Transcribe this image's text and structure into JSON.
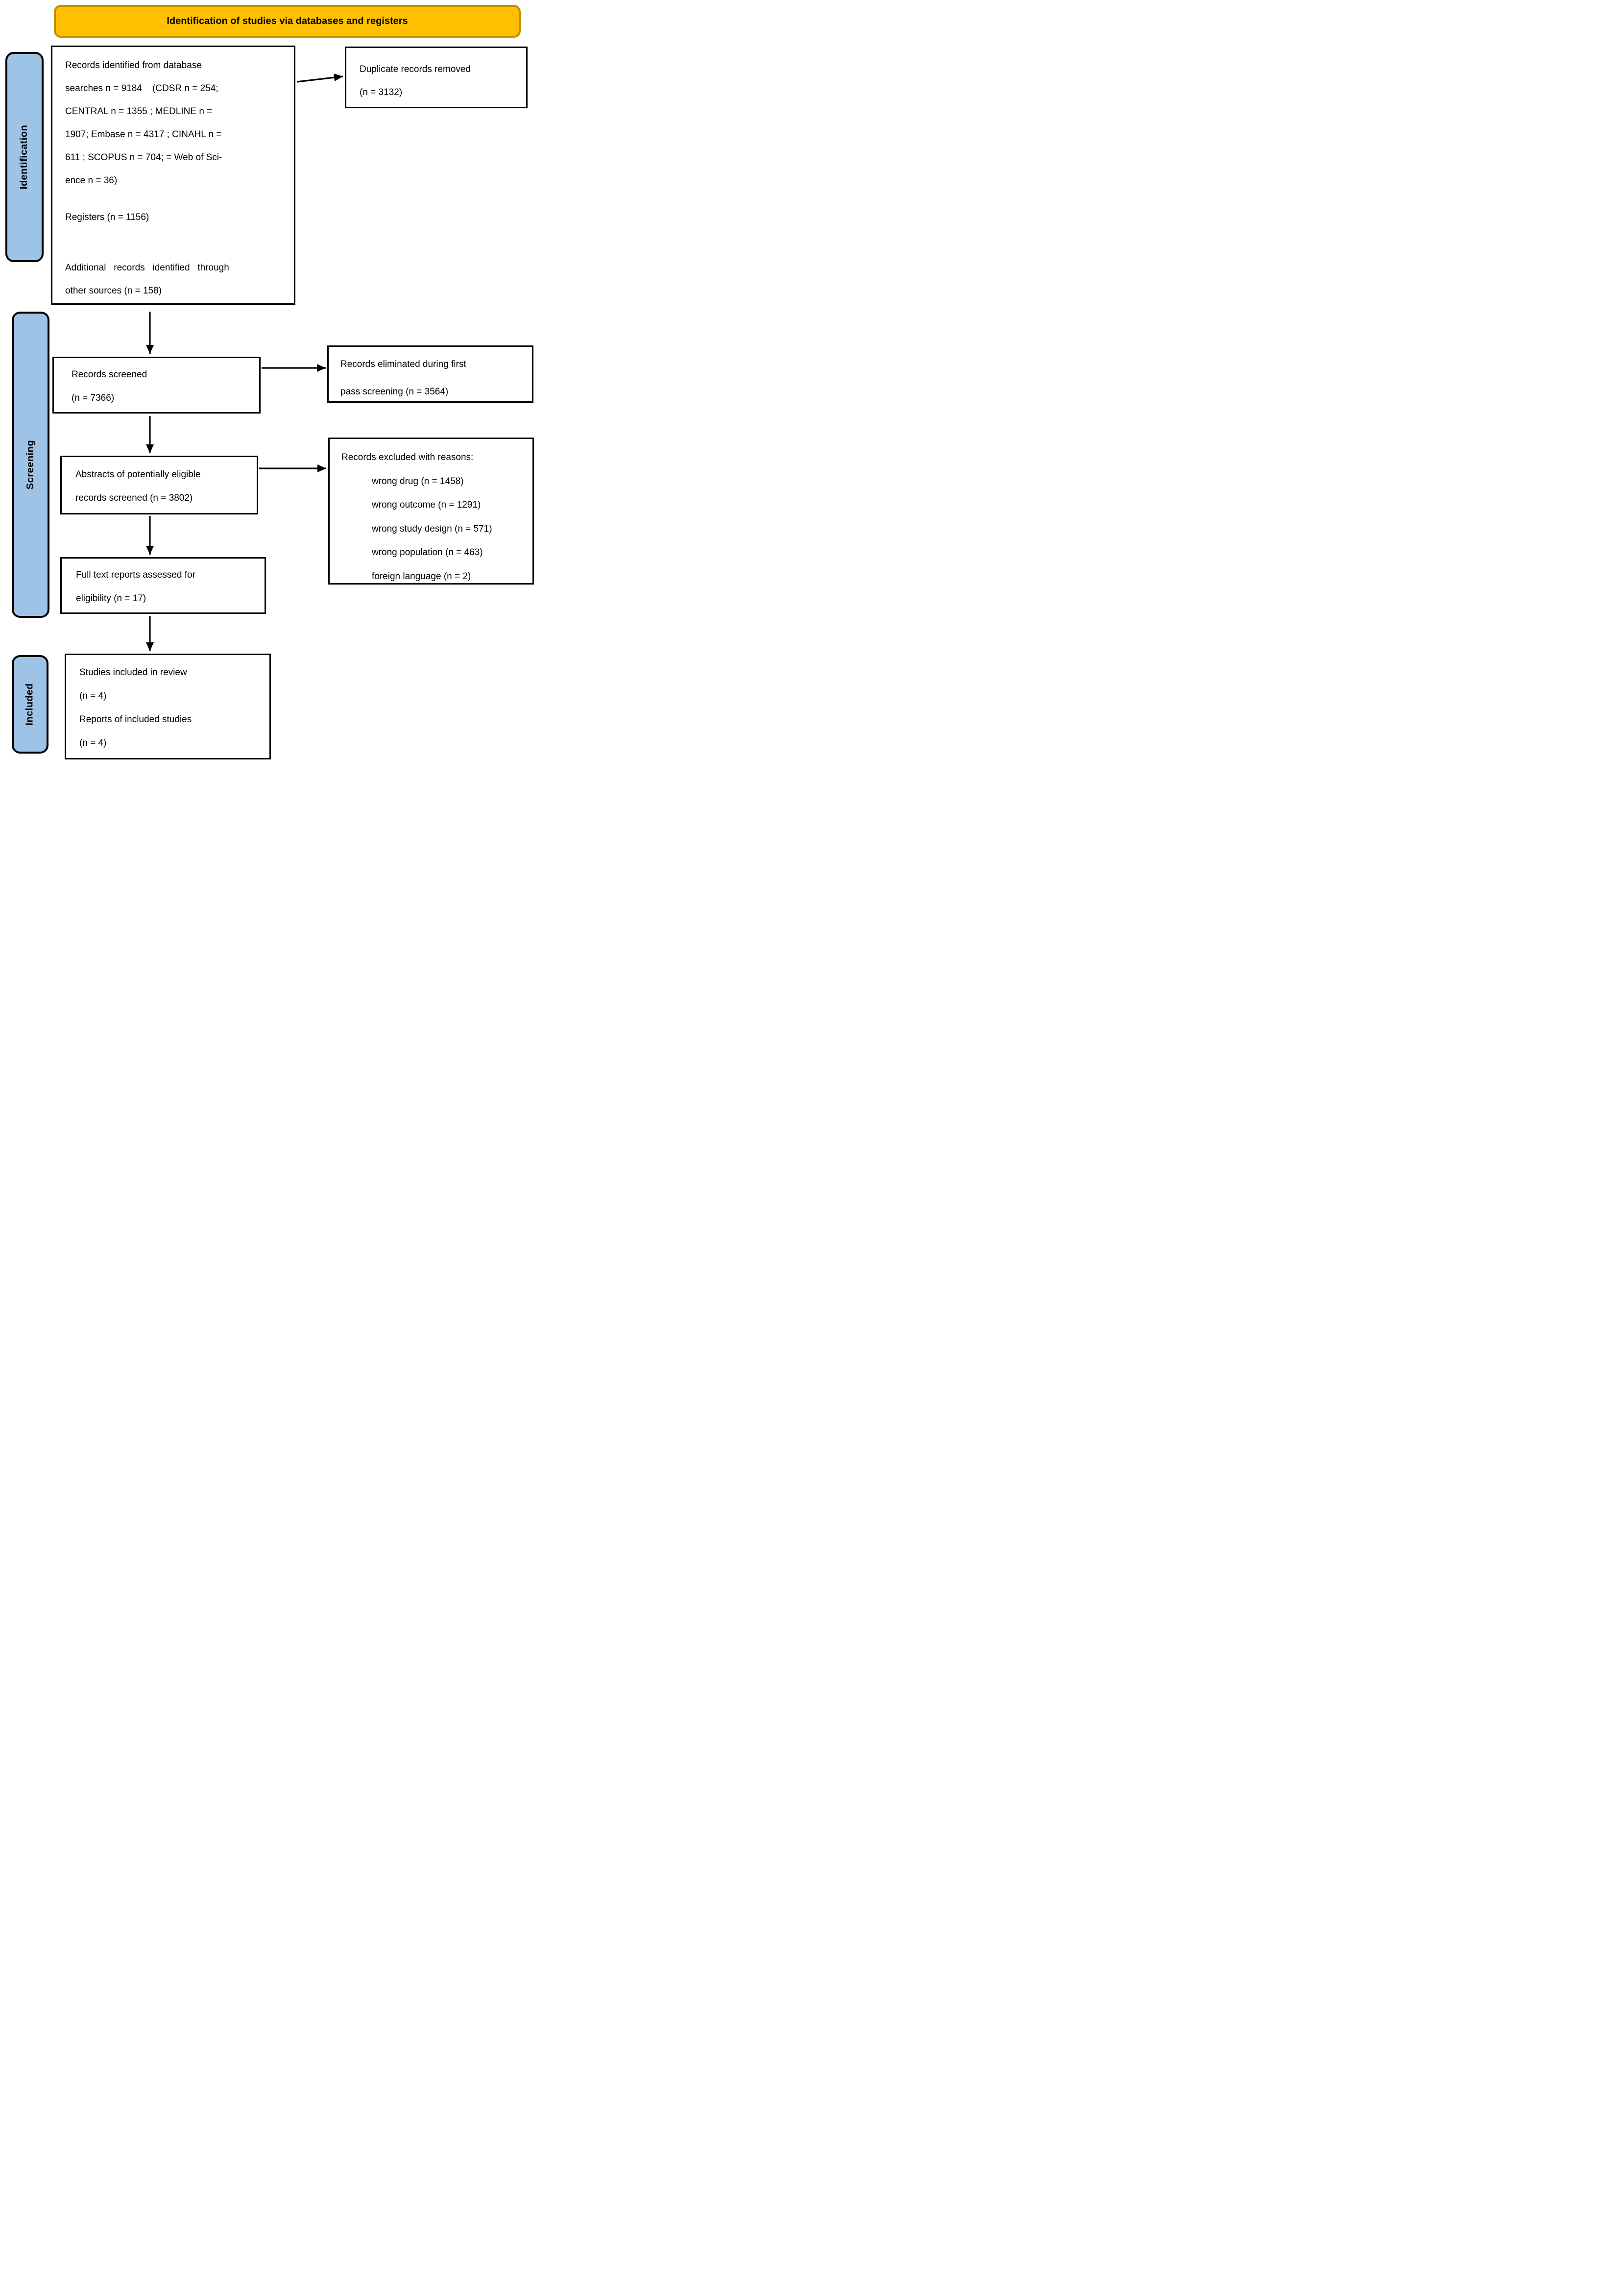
{
  "title": "Identification of studies via databases and registers",
  "sidebar": {
    "identification": "Identification",
    "screening": "Screening",
    "included": "Included"
  },
  "boxes": {
    "records_identified": {
      "para1": [
        "Records identified from database",
        "searches n = 9184    (CDSR n = 254;",
        "CENTRAL n = 1355 ; MEDLINE n =",
        "1907; Embase n = 4317 ; CINAHL n =",
        "611 ; SCOPUS n = 704; = Web of Sci-",
        "ence n = 36)"
      ],
      "registers": "Registers (n = 1156)",
      "para2": [
        "Additional   records   identified   through",
        "other sources (n = 158)"
      ]
    },
    "duplicates_removed": [
      "Duplicate records removed",
      "(n = 3132)"
    ],
    "records_screened": [
      "Records screened",
      "(n = 7366)"
    ],
    "first_pass_eliminated": [
      "Records eliminated during first",
      "pass screening (n = 3564)"
    ],
    "abstracts_screened": [
      "Abstracts of potentially eligible",
      "records screened (n = 3802)"
    ],
    "records_excluded": {
      "heading": "Records excluded with reasons:",
      "items": [
        "wrong drug (n = 1458)",
        "wrong outcome (n = 1291)",
        "wrong study design (n = 571)",
        "wrong population (n = 463)",
        "foreign language (n = 2)"
      ]
    },
    "fulltext_assessed": [
      "Full text reports assessed for",
      "eligibility (n = 17)"
    ],
    "studies_included": [
      "Studies included in review",
      "(n = 4)",
      "Reports of included studies",
      "(n = 4)"
    ]
  },
  "colors": {
    "banner_fill": "#FFC000",
    "banner_border": "#BF9000",
    "sidebar_fill": "#9DC3E6"
  }
}
